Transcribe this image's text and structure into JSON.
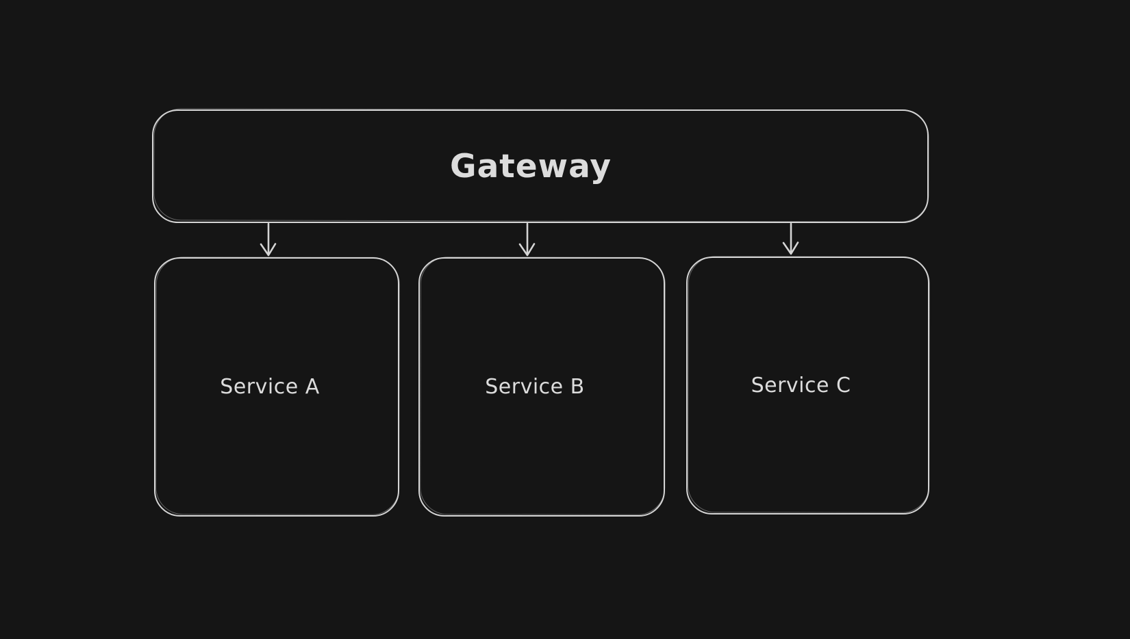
{
  "canvas": {
    "background_color": "#151515",
    "stroke_color": "#d5d5d5",
    "text_color": "#dcdcdc",
    "style": "hand-drawn"
  },
  "diagram": {
    "nodes": [
      {
        "id": "gateway",
        "label": "Gateway",
        "shape": "rounded-rectangle"
      },
      {
        "id": "service-a",
        "label": "Service A",
        "shape": "rounded-rectangle"
      },
      {
        "id": "service-b",
        "label": "Service B",
        "shape": "rounded-rectangle"
      },
      {
        "id": "service-c",
        "label": "Service C",
        "shape": "rounded-rectangle"
      }
    ],
    "edges": [
      {
        "from": "gateway",
        "to": "service-a",
        "type": "arrow",
        "direction": "down"
      },
      {
        "from": "gateway",
        "to": "service-b",
        "type": "arrow",
        "direction": "down"
      },
      {
        "from": "gateway",
        "to": "service-c",
        "type": "arrow",
        "direction": "down"
      }
    ]
  }
}
